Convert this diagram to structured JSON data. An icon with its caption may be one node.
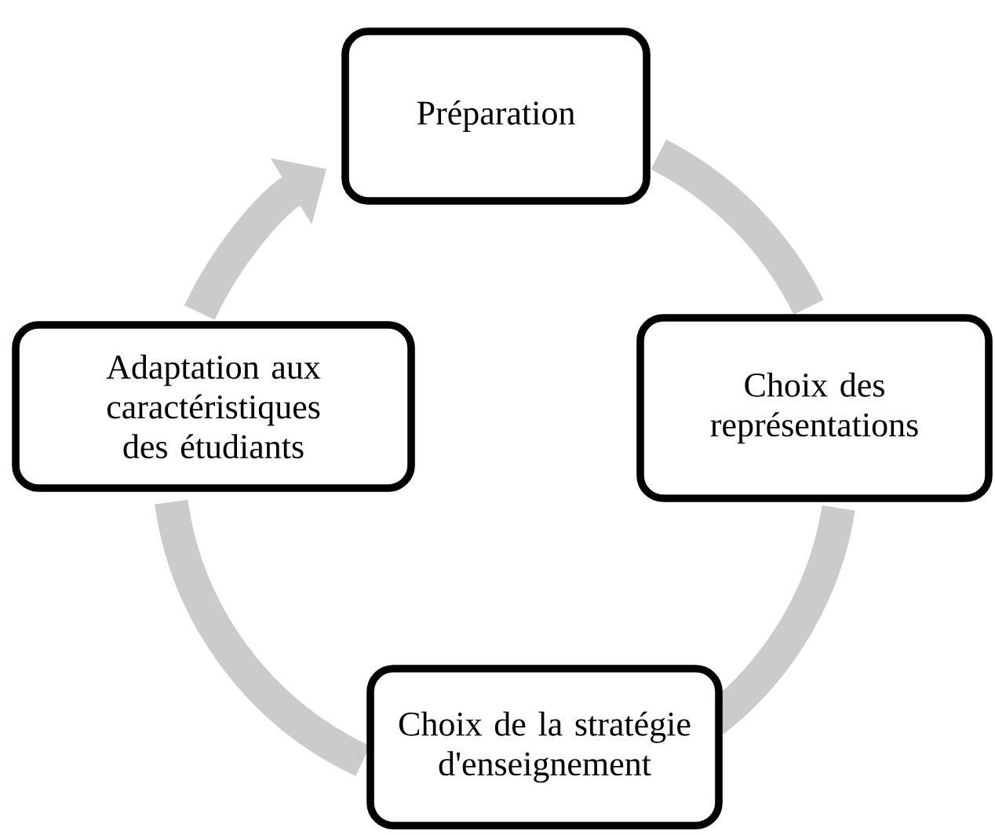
{
  "diagram": {
    "nodes": [
      {
        "text": [
          "Préparation"
        ]
      },
      {
        "text": [
          "Choix des représentations"
        ]
      },
      {
        "text": [
          "Choix de la stratégie d'enseignement"
        ]
      },
      {
        "text": [
          "Adaptation aux caractéristiques des étudiants"
        ]
      }
    ],
    "edges": [
      {
        "from": 0,
        "to": 1,
        "arrow": "none"
      },
      {
        "from": 1,
        "to": 2,
        "arrow": "none"
      },
      {
        "from": 2,
        "to": 3,
        "arrow": "none"
      },
      {
        "from": 3,
        "to": 0,
        "arrow": "to"
      }
    ]
  }
}
